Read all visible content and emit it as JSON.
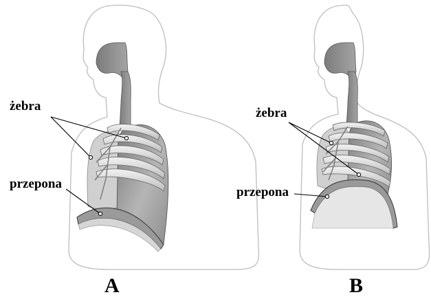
{
  "figures": [
    {
      "id": "A",
      "caption": "A",
      "rib_label": "żebra",
      "diaphragm_label": "przepona"
    },
    {
      "id": "B",
      "caption": "B",
      "rib_label": "żebra",
      "diaphragm_label": "przepona"
    }
  ],
  "colors": {
    "outline": "#b8b8b8",
    "organ_dark": "#6f6f6f",
    "organ_mid": "#a9a9a9",
    "organ_light": "#d9d9d9",
    "label_text": "#000000"
  }
}
